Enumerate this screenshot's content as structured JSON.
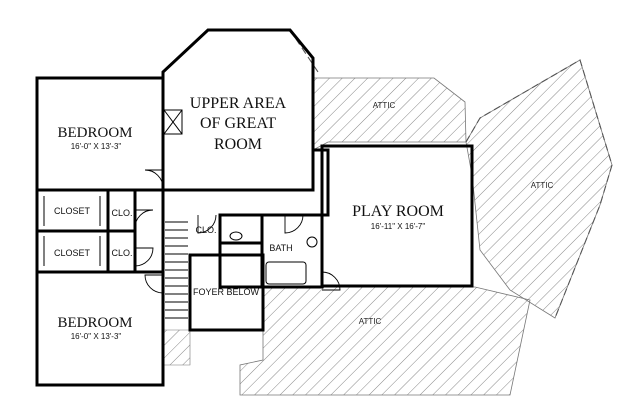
{
  "rooms": {
    "bedroom_top": {
      "name": "BEDROOM",
      "dims": "16'-0\" X 13'-3\""
    },
    "bedroom_bottom": {
      "name": "BEDROOM",
      "dims": "16'-0\" X 13'-3\""
    },
    "great_room": {
      "line1": "UPPER AREA",
      "line2": "OF GREAT",
      "line3": "ROOM"
    },
    "play_room": {
      "name": "PLAY ROOM",
      "dims": "16'-11\" X 16'-7\""
    },
    "closet_top": {
      "name": "CLOSET"
    },
    "closet_bottom": {
      "name": "CLOSET"
    },
    "clo_top": {
      "name": "CLO."
    },
    "clo_bottom": {
      "name": "CLO."
    },
    "clo_hall": {
      "name": "CLO."
    },
    "bath": {
      "name": "BATH"
    },
    "foyer": {
      "name": "FOYER BELOW"
    }
  },
  "attic_labels": {
    "top": "ATTIC",
    "right": "ATTIC",
    "bottom": "ATTIC"
  },
  "colors": {
    "wall": "#000000",
    "hatch": "#888888",
    "background": "#ffffff"
  }
}
